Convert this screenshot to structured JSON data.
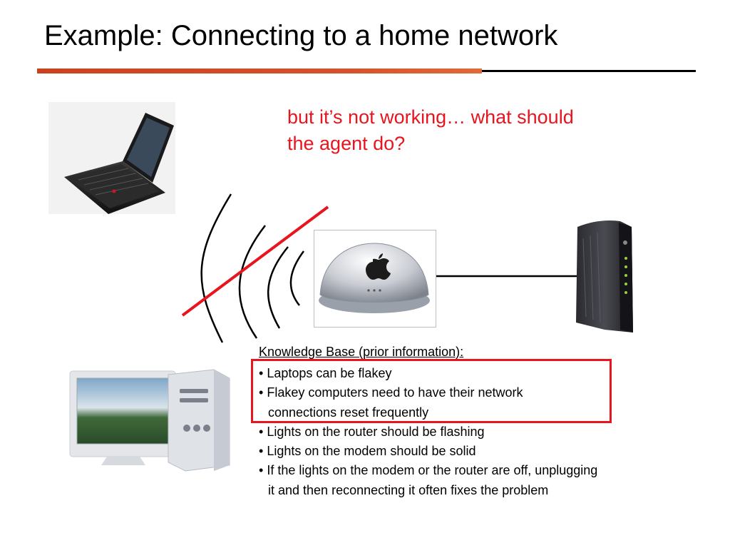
{
  "slide": {
    "title": "Example: Connecting to a home network",
    "question_line1": "but it’s not working… what should",
    "question_line2": "the agent do?"
  },
  "knowledge_base": {
    "heading": "Knowledge Base (prior information):",
    "items": [
      {
        "bullet": "•",
        "text": "Laptops can be flakey",
        "continuation": ""
      },
      {
        "bullet": "•",
        "text": "Flakey computers need to have their network",
        "continuation": "connections reset frequently"
      },
      {
        "bullet": "•",
        "text": "Lights on the router should be flashing",
        "continuation": ""
      },
      {
        "bullet": "•",
        "text": "Lights on the modem should be solid",
        "continuation": ""
      },
      {
        "bullet": "•",
        "text": "If the lights on the modem or the router are off, unplugging",
        "continuation": "it and then reconnecting it often fixes the problem"
      }
    ]
  },
  "devices": {
    "laptop_icon": "laptop-icon",
    "router_icon": "airport-router-icon",
    "modem_icon": "cable-modem-icon",
    "desktop_icon": "desktop-computer-icon",
    "wifi_icon": "wifi-waves-icon"
  },
  "colors": {
    "accent_red": "#e8141e",
    "rule_orange": "#d4532a",
    "text": "#000000"
  }
}
